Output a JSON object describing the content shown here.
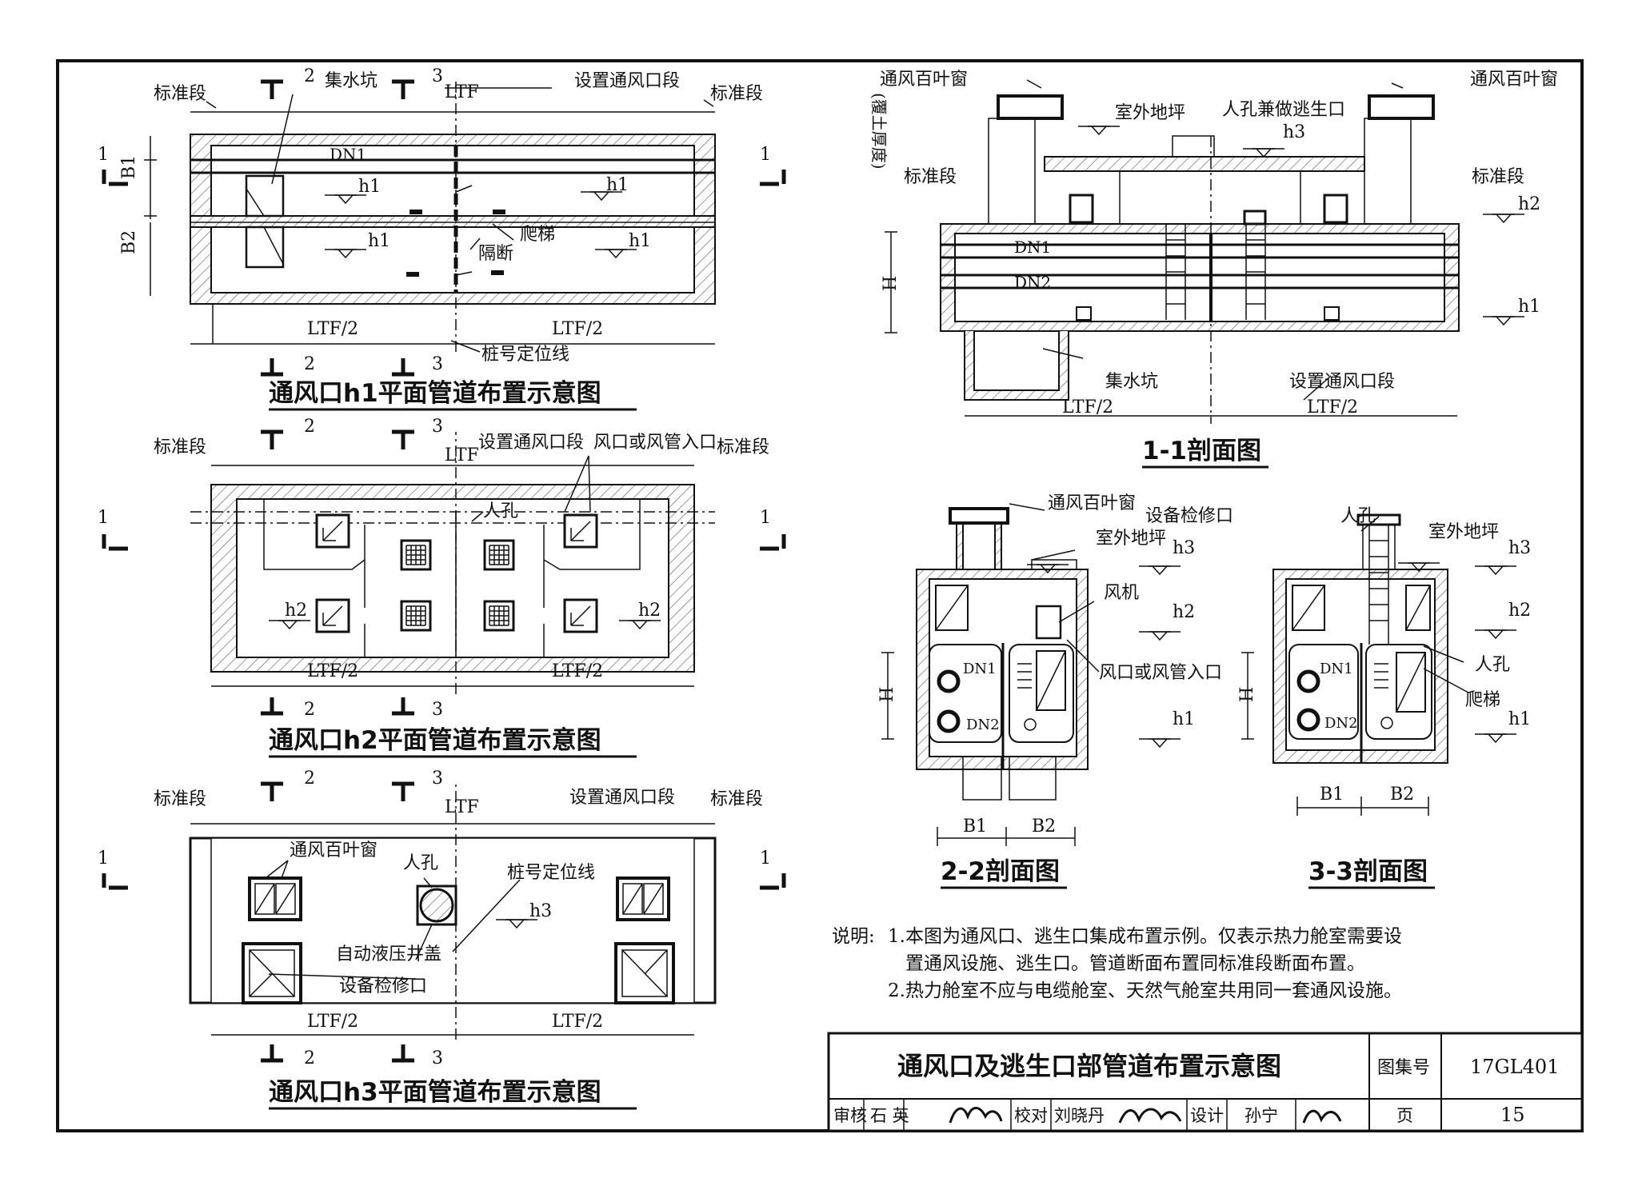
{
  "plans": {
    "h1": {
      "title": "通风口h1平面管道布置示意图",
      "std_left": "标准段",
      "std_right": "标准段",
      "vent_section": "设置通风口段",
      "sump": "集水坑",
      "pipe": "DN1",
      "level": "h1",
      "ladder": "爬梯",
      "partition": "隔断",
      "pile_line": "桩号定位线",
      "dim_b1": "B1",
      "dim_b2": "B2",
      "ltf": "LTF",
      "ltf_half": "LTF/2",
      "sec1": "1",
      "sec2": "2",
      "sec3": "3"
    },
    "h2": {
      "title": "通风口h2平面管道布置示意图",
      "std_left": "标准段",
      "std_right": "标准段",
      "vent_section": "设置通风口段",
      "air_inlet": "风口或风管入口",
      "manhole": "人孔",
      "level": "h2",
      "ltf": "LTF",
      "ltf_half": "LTF/2",
      "sec1": "1",
      "sec2": "2",
      "sec3": "3"
    },
    "h3": {
      "title": "通风口h3平面管道布置示意图",
      "std_left": "标准段",
      "std_right": "标准段",
      "vent_section": "设置通风口段",
      "louver": "通风百叶窗",
      "manhole": "人孔",
      "pile_line": "桩号定位线",
      "level": "h3",
      "hydraulic_cover": "自动液压井盖",
      "maint_opening": "设备检修口",
      "ltf": "LTF",
      "ltf_half": "LTF/2",
      "sec1": "1",
      "sec2": "2",
      "sec3": "3"
    }
  },
  "sections": {
    "s11": {
      "title": "1-1剖面图",
      "louver_left": "通风百叶窗",
      "louver_right": "通风百叶窗",
      "outdoor": "室外地坪",
      "manhole_escape": "人孔兼做逃生口",
      "cover_thickness": "(覆土厚度)",
      "std_left": "标准段",
      "std_right": "标准段",
      "dn1": "DN1",
      "dn2": "DN2",
      "h": "H",
      "h1": "h1",
      "h2": "h2",
      "h3": "h3",
      "sump": "集水坑",
      "vent_section": "设置通风口段",
      "ltf_half": "LTF/2"
    },
    "s22": {
      "title": "2-2剖面图",
      "louver": "通风百叶窗",
      "maint": "设备检修口",
      "outdoor": "室外地坪",
      "fan": "风机",
      "inlet": "风口或风管入口",
      "dn1": "DN1",
      "dn2": "DN2",
      "h": "H",
      "h1": "h1",
      "h2": "h2",
      "h3": "h3",
      "b1": "B1",
      "b2": "B2"
    },
    "s33": {
      "title": "3-3剖面图",
      "manhole": "人孔",
      "outdoor": "室外地坪",
      "manhole2": "人孔",
      "ladder": "爬梯",
      "dn1": "DN1",
      "dn2": "DN2",
      "h": "H",
      "h1": "h1",
      "h2": "h2",
      "h3": "h3",
      "b1": "B1",
      "b2": "B2"
    }
  },
  "notes": {
    "label": "说明:",
    "line1": "1.本图为通风口、逃生口集成布置示例。仅表示热力舱室需要设",
    "line2": "置通风设施、逃生口。管道断面布置同标准段断面布置。",
    "line3": "2.热力舱室不应与电缆舱室、天然气舱室共用同一套通风设施。"
  },
  "title_block": {
    "drawing_title": "通风口及逃生口部管道布置示意图",
    "atlas_label": "图集号",
    "atlas_no": "17GL401",
    "review_label": "审核",
    "reviewer": "石 英",
    "check_label": "校对",
    "checker": "刘晓丹",
    "design_label": "设计",
    "designer": "孙宁",
    "page_label": "页",
    "page_no": "15"
  }
}
